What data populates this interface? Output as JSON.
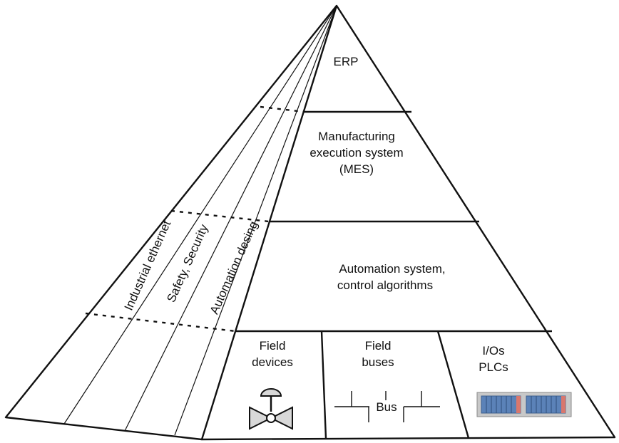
{
  "layers": {
    "erp": "ERP",
    "mes": [
      "Manufacturing",
      "execution system",
      "(MES)"
    ],
    "automation": [
      "Automation system,",
      "control algorithms"
    ],
    "field_devices": [
      "Field",
      "devices"
    ],
    "field_buses": [
      "Field",
      "buses"
    ],
    "ios_plcs": [
      "I/Os",
      "PLCs"
    ],
    "bus_label": "Bus"
  },
  "side_topics": {
    "industrial_ethernet": "Industrial ethernet",
    "safety_security": "Safety, Security",
    "automation_design": "Automation desing"
  },
  "icons": {
    "valve": "valve-icon",
    "bus": "bus-line-icon",
    "plc": "plc-module-icon"
  },
  "colors": {
    "line": "#111111",
    "plc_module": "#5b82b8",
    "plc_accent": "#d9776d",
    "plc_frame": "#c8c8c8",
    "valve_fill": "#d8d8d8"
  }
}
